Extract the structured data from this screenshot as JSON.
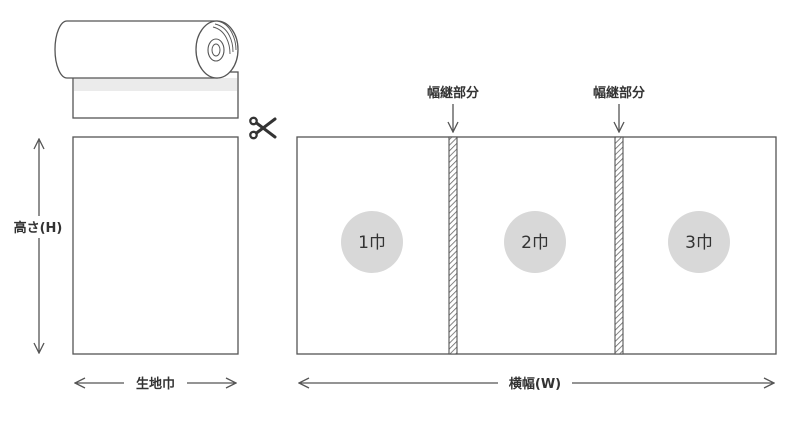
{
  "colors": {
    "stroke": "#555555",
    "badge": "#d8d8d8",
    "text": "#333333",
    "strip": "#ebebeb"
  },
  "labels": {
    "height": "高さ(H)",
    "fabric_width": "生地巾",
    "total_width": "横幅(W)",
    "seam_1": "幅継部分",
    "seam_2": "幅継部分"
  },
  "panels": [
    "1巾",
    "2巾",
    "3巾"
  ],
  "icons": {
    "fabric_roll": "fabric-roll-icon",
    "scissors": "scissors-icon"
  }
}
